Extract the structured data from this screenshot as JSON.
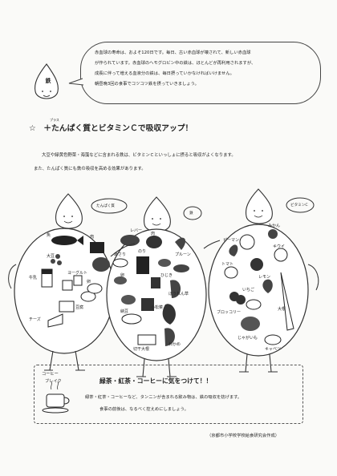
{
  "bubble": {
    "lines": [
      "赤血球の寿命は、およそ120日です。毎日、古い赤血球が壊されて、新しい赤血球",
      "が作られています。赤血球のヘモグロビン中の鉄は、ほとんどが再利用されますが、",
      "成長に伴って増える血液分の鉄は、毎日摂っていかなければいけません。",
      "朝昼晩3回の食事でコツコツ鉄を摂っていきましょう。"
    ],
    "character_label": "鉄"
  },
  "heading": {
    "star": "☆",
    "text": "＋たんぱく質とビタミンＣで吸収アップ！",
    "furigana": "プラス"
  },
  "intro": {
    "lines": [
      "大豆や緑黄色野菜・海藻などに含まれる鉄は、ビタミンＣといっしょに摂ると吸収がよくなります。",
      "また、たんぱく質にも鉄の吸収を高める効果があります。"
    ]
  },
  "characters": {
    "left": {
      "speech": "たんぱく質",
      "foods": [
        "肉",
        "魚",
        "大豆",
        "牛乳",
        "ヨーグルト",
        "卵",
        "豆腐",
        "チーズ"
      ]
    },
    "middle": {
      "speech": "鉄",
      "foods": [
        "レバー",
        "肉",
        "あさり",
        "のり",
        "プルーン",
        "ひじき",
        "ほうれん草",
        "小松菜",
        "納豆",
        "わかめ",
        "切干大根",
        "卵"
      ]
    },
    "right": {
      "speech": "ビタミンC",
      "foods": [
        "みかん",
        "ピーマン",
        "トマト",
        "キウイ",
        "レモン",
        "いちご",
        "ブロッコリー",
        "大根",
        "じゃがいも",
        "キャベツ"
      ]
    }
  },
  "tea": {
    "label_line1": "コーヒー",
    "label_line2": "ブレイク",
    "title": "緑茶・紅茶・コーヒーに気をつけて！！",
    "lines": [
      "緑茶・紅茶・コーヒーなど、タンニンが含まれる飲み物は、鉄の吸収を妨げます。",
      "食事の前後は、なるべく控えめにしましょう。"
    ]
  },
  "credit": "（京都市小学校学校給食研究会作成）"
}
